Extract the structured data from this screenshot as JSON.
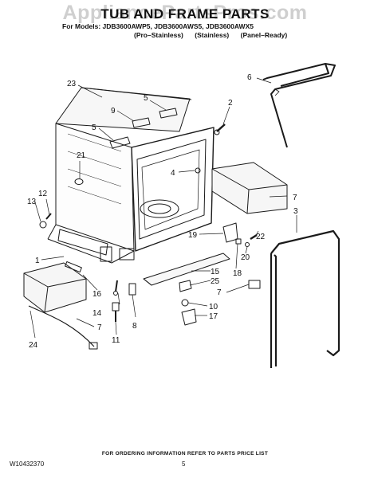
{
  "watermark": "AppliancePartsPros.com",
  "header": {
    "title": "TUB AND FRAME PARTS",
    "models_line": "For Models: JDB3600AWP5, JDB3600AWS5, JDB3600AWX5",
    "variants": [
      "(Pro–Stainless)",
      "(Stainless)",
      "(Panel–Ready)"
    ]
  },
  "callouts": [
    "23",
    "6",
    "5",
    "9",
    "2",
    "5",
    "21",
    "4",
    "7",
    "3",
    "13",
    "12",
    "19",
    "22",
    "20",
    "18",
    "1",
    "15",
    "16",
    "25",
    "14",
    "7",
    "8",
    "10",
    "17",
    "7",
    "11",
    "24"
  ],
  "footer": {
    "note": "FOR ORDERING INFORMATION REFER TO PARTS PRICE LIST",
    "doc_number": "W10432370",
    "page_number": "5"
  }
}
